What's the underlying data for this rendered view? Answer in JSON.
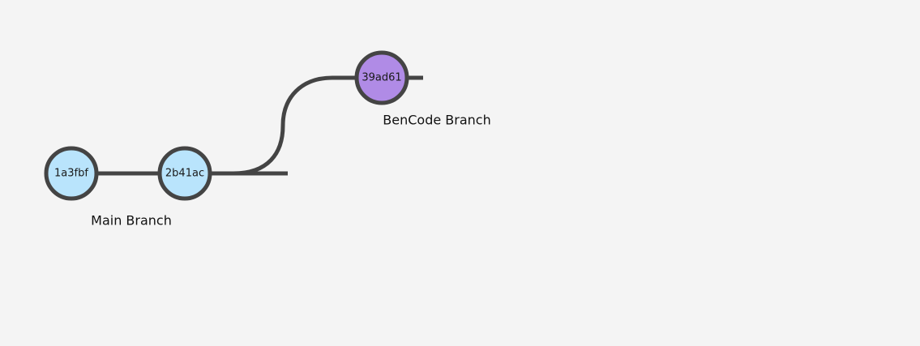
{
  "colors": {
    "line": "#444444",
    "main_branch": "#b9e4fc",
    "ben_branch": "#b08be6"
  },
  "branches": [
    {
      "name": "Main Branch",
      "color": "#b9e4fc",
      "commits": [
        "1a3fbf",
        "2b41ac"
      ]
    },
    {
      "name": "BenCode Branch",
      "color": "#b08be6",
      "commits": [
        "39ad61"
      ]
    }
  ]
}
